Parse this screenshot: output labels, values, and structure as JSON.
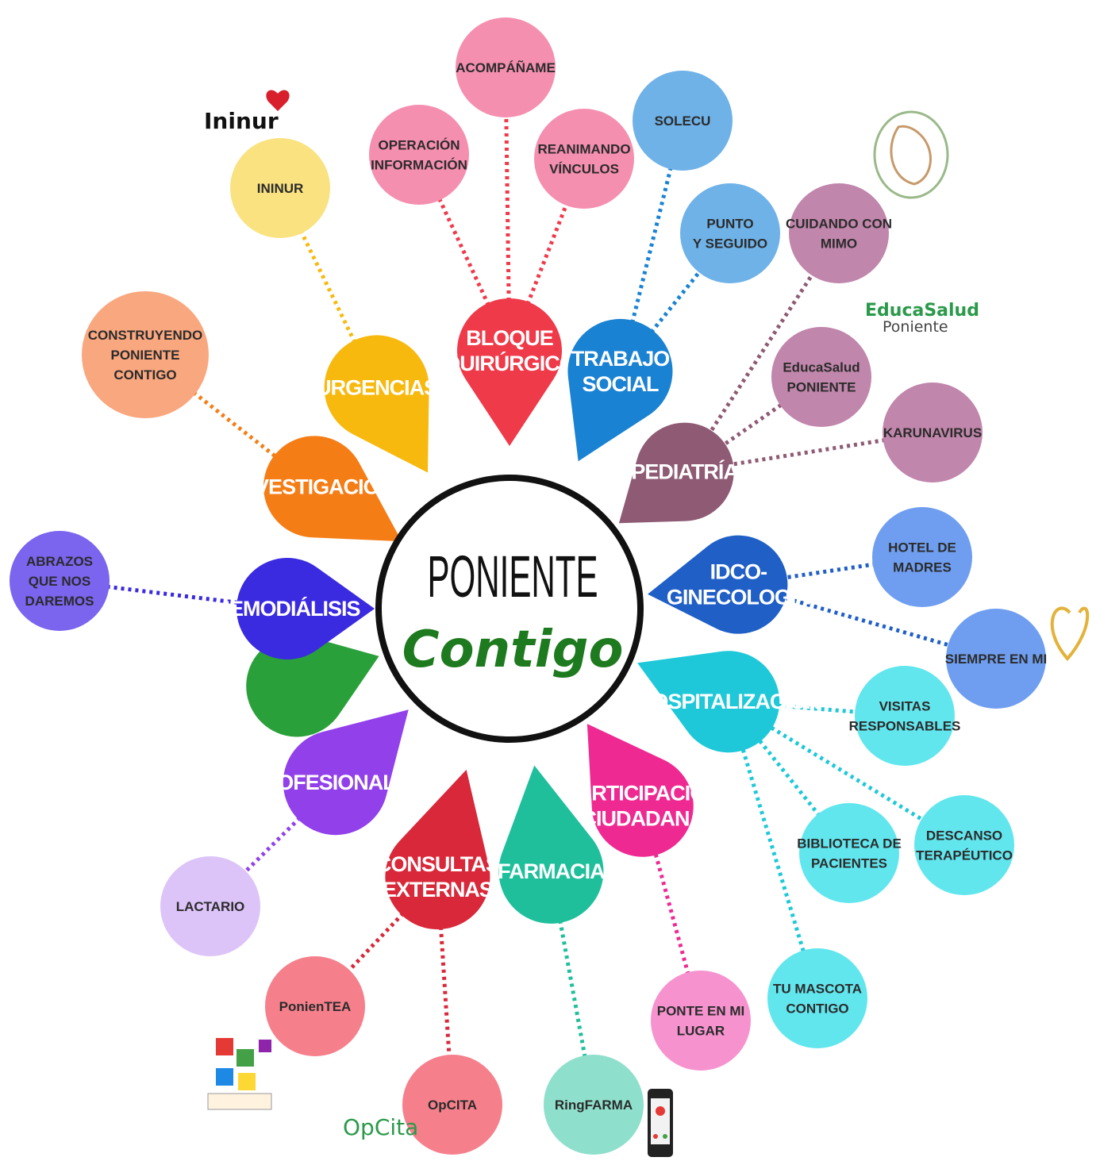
{
  "center": {
    "title": "PONIENTE",
    "subtitle": "Contigo",
    "border_color": "#111111",
    "subtitle_color": "#1e7a1e"
  },
  "petals": [
    {
      "id": "bloque",
      "lines": [
        "BLOQUE",
        "QUIRÚRGICO"
      ],
      "color": "#ef3a4a"
    },
    {
      "id": "trabajo",
      "lines": [
        "TRABAJO",
        "SOCIAL"
      ],
      "color": "#1a82d2"
    },
    {
      "id": "pediatria",
      "lines": [
        "PEDIATRÍA"
      ],
      "color": "#8e5a74"
    },
    {
      "id": "idco",
      "lines": [
        "IDCO-",
        "GINECOLOGÍA"
      ],
      "color": "#1f5fc6"
    },
    {
      "id": "hosp",
      "lines": [
        "HOSPITALIZACIÓN"
      ],
      "color": "#1ec8d8"
    },
    {
      "id": "participacion",
      "lines": [
        "PARTICIPACIÓN",
        "CIUDADANA"
      ],
      "color": "#ee2a92"
    },
    {
      "id": "farmacia",
      "lines": [
        "FARMACIA"
      ],
      "color": "#1fbf9c"
    },
    {
      "id": "consultas",
      "lines": [
        "CONSULTAS",
        "EXTERNAS"
      ],
      "color": "#d8283a"
    },
    {
      "id": "profesionales",
      "lines": [
        "PROFESIONALES"
      ],
      "color": "#9140ea"
    },
    {
      "id": "verde",
      "lines": [],
      "color": "#2aa03a"
    },
    {
      "id": "hemodialisis",
      "lines": [
        "HEMODIÁLISIS"
      ],
      "color": "#3a2ae0"
    },
    {
      "id": "investigacion",
      "lines": [
        "INVESTIGACIÓN"
      ],
      "color": "#f57d15"
    },
    {
      "id": "urgencias",
      "lines": [
        "URGENCIAS"
      ],
      "color": "#f7b90e"
    }
  ],
  "bubbles": [
    {
      "id": "acompaname",
      "lines": [
        "ACOMPÁÑAME"
      ],
      "color": "#f58fb0",
      "parent": "bloque"
    },
    {
      "id": "operacion",
      "lines": [
        "OPERACIÓN",
        "INFORMACIÓN"
      ],
      "color": "#f58fb0",
      "parent": "bloque"
    },
    {
      "id": "reanimando",
      "lines": [
        "REANIMANDO",
        "VÍNCULOS"
      ],
      "color": "#f58fb0",
      "parent": "bloque"
    },
    {
      "id": "solecu",
      "lines": [
        "SOLECU"
      ],
      "color": "#6fb2e8",
      "parent": "trabajo"
    },
    {
      "id": "punto",
      "lines": [
        "PUNTO",
        "Y SEGUIDO"
      ],
      "color": "#6fb2e8",
      "parent": "trabajo"
    },
    {
      "id": "cuidando",
      "lines": [
        "CUIDANDO CON",
        "MIMO"
      ],
      "color": "#c086ab",
      "parent": "pediatria"
    },
    {
      "id": "educasalud",
      "lines": [
        "EducaSalud",
        "PONIENTE"
      ],
      "color": "#c086ab",
      "parent": "pediatria"
    },
    {
      "id": "karunavirus",
      "lines": [
        "KARUNAVIRUS"
      ],
      "color": "#c086ab",
      "parent": "pediatria"
    },
    {
      "id": "hotel",
      "lines": [
        "HOTEL DE",
        "MADRES"
      ],
      "color": "#6f9ef0",
      "parent": "idco"
    },
    {
      "id": "siempre",
      "lines": [
        "SIEMPRE EN MI"
      ],
      "color": "#6f9ef0",
      "parent": "idco"
    },
    {
      "id": "visitas",
      "lines": [
        "VISITAS",
        "RESPONSABLES"
      ],
      "color": "#62e6ee",
      "parent": "hosp"
    },
    {
      "id": "biblioteca",
      "lines": [
        "BIBLIOTECA DE",
        "PACIENTES"
      ],
      "color": "#62e6ee",
      "parent": "hosp"
    },
    {
      "id": "descanso",
      "lines": [
        "DESCANSO",
        "TERAPÉUTICO"
      ],
      "color": "#62e6ee",
      "parent": "hosp"
    },
    {
      "id": "mascota",
      "lines": [
        "TU MASCOTA",
        "CONTIGO"
      ],
      "color": "#62e6ee",
      "parent": "hosp"
    },
    {
      "id": "ponte",
      "lines": [
        "PONTE EN MI",
        "LUGAR"
      ],
      "color": "#f693cf",
      "parent": "participacion"
    },
    {
      "id": "ringfarma",
      "lines": [
        "RingFARMA"
      ],
      "color": "#8ee0cc",
      "parent": "farmacia"
    },
    {
      "id": "opcita",
      "lines": [
        "OpCITA"
      ],
      "color": "#f5808c",
      "parent": "consultas"
    },
    {
      "id": "ponientea",
      "lines": [
        "PonienTEA"
      ],
      "color": "#f5808c",
      "parent": "consultas"
    },
    {
      "id": "lactario",
      "lines": [
        "LACTARIO"
      ],
      "color": "#dcc4f8",
      "parent": "profesionales"
    },
    {
      "id": "abrazos",
      "lines": [
        "ABRAZOS",
        "QUE NOS",
        "DAREMOS"
      ],
      "color": "#7b64ee",
      "parent": "hemodialisis"
    },
    {
      "id": "construyendo",
      "lines": [
        "CONSTRUYENDO",
        "PONIENTE",
        "CONTIGO"
      ],
      "color": "#f9a77f",
      "parent": "investigacion"
    },
    {
      "id": "ininur",
      "lines": [
        "ININUR"
      ],
      "color": "#f9e27f",
      "parent": "urgencias"
    }
  ],
  "logos": {
    "ininur": "Ininur",
    "educasalud_1": "EducaSalud",
    "educasalud_2": "Poniente",
    "opcita": "OpCita"
  },
  "icons": [
    "heart-badge-icon",
    "mother-child-logo-icon",
    "heart-logo-icon",
    "puzzle-people-logo-icon",
    "phone-icon"
  ]
}
